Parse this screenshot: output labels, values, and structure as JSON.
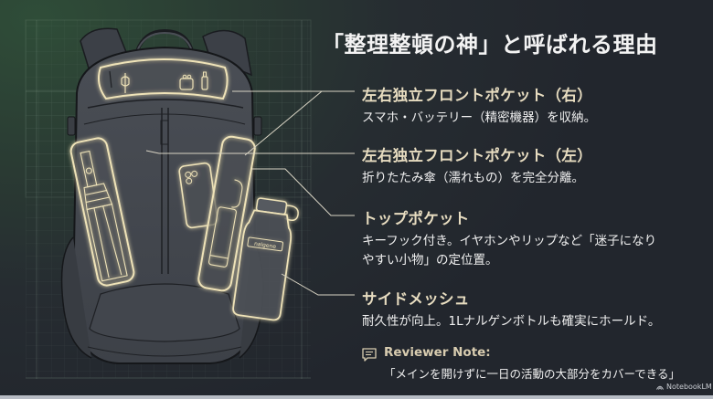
{
  "title": "「整理整頓の神」と呼ばれる理由",
  "features": [
    {
      "heading": "左右独立フロントポケット（右）",
      "description": "スマホ・バッテリー（精密機器）を収納。"
    },
    {
      "heading": "左右独立フロントポケット（左）",
      "description": "折りたたみ傘（濡れもの）を完全分離。"
    },
    {
      "heading": "トップポケット",
      "description": "キーフック付き。イヤホンやリップなど「迷子になり",
      "description2": "やすい小物」の定位置。"
    },
    {
      "heading": "サイドメッシュ",
      "description": "耐久性が向上。1Lナルゲンボトルも確実にホールド。"
    }
  ],
  "reviewer_note": {
    "icon": "comment-icon",
    "title": "Reviewer Note:",
    "text": "「メインを開けずに一日の活動の大部分をカバーできる」"
  },
  "illustration": {
    "subject": "backpack-blueprint",
    "bottle_label": "nalgene",
    "items": [
      "charger-cable",
      "earbuds-case",
      "lip-balm",
      "folding-umbrella",
      "smartphone",
      "power-bank",
      "water-bottle"
    ]
  },
  "watermark": "NotebookLM",
  "colors": {
    "accent_heading": "#e7dcc0",
    "glow_outline": "#efe3b8",
    "background": "#23272f",
    "background_green": "#2f4d38"
  }
}
